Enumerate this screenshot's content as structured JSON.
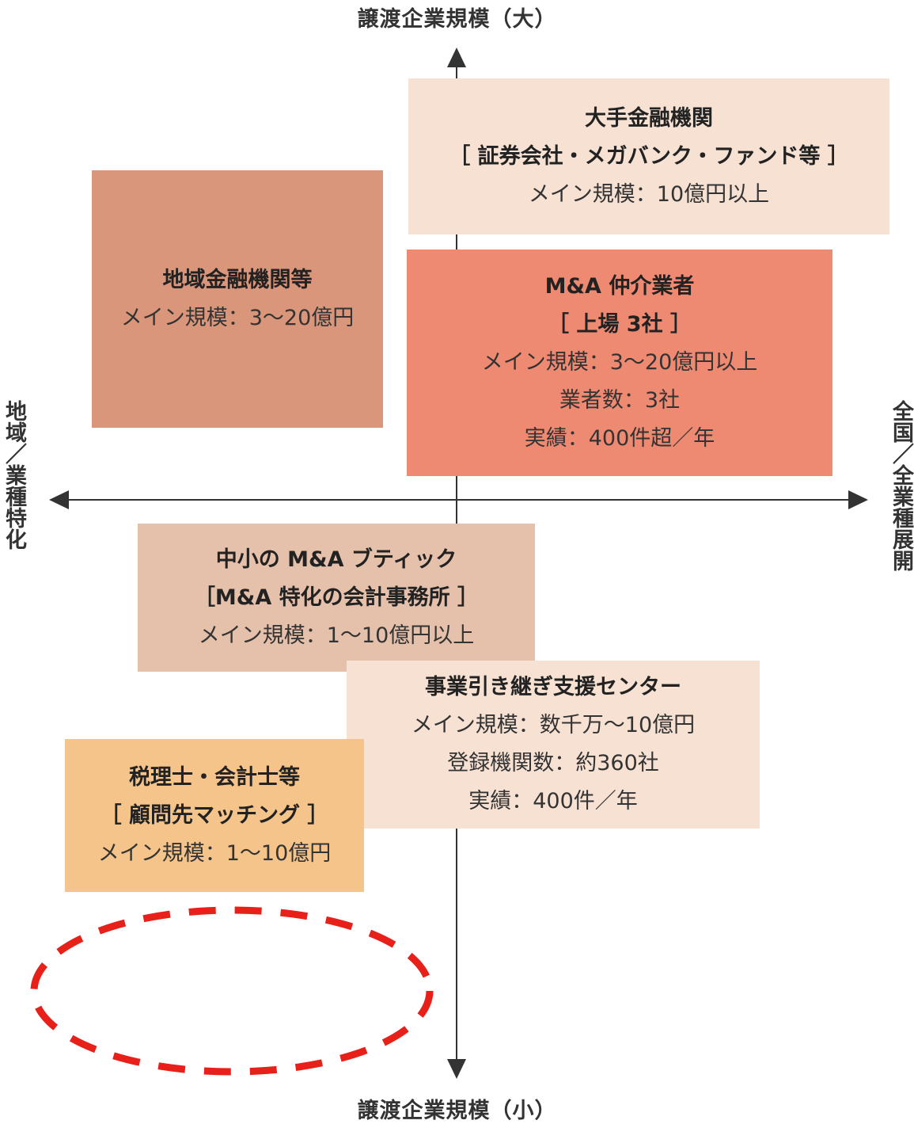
{
  "axes": {
    "top": "譲渡企業規模（大）",
    "bottom": "譲渡企業規模（小）",
    "left": "地域／業種特化",
    "right": "全国／全業種展開"
  },
  "boxes": {
    "large_fi": {
      "title": "大手金融機関",
      "subtitle": "［ 証券会社・メガバンク・ファンド等 ］",
      "scale": "メイン規模：10億円以上",
      "color": "#f6e1d2"
    },
    "regional_fi": {
      "title": "地域金融機関等",
      "scale": "メイン規模：3〜20億円",
      "color": "#da967a"
    },
    "ma_broker": {
      "title": "M&A 仲介業者",
      "subtitle": "［ 上場 3社 ］",
      "scale": "メイン規模：3〜20億円以上",
      "count": "業者数：3社",
      "results": "実績：400件超／年",
      "color": "#ee8a72"
    },
    "boutique": {
      "title": "中小の M&A ブティック",
      "subtitle": "［M&A 特化の会計事務所 ］",
      "scale": "メイン規模：1〜10億円以上",
      "color": "#e5c0aa"
    },
    "succession_center": {
      "title": "事業引き継ぎ支援センター",
      "scale": "メイン規模：数千万〜10億円",
      "count": "登録機関数：約360社",
      "results": "実績：400件／年",
      "color": "#f6e1d2"
    },
    "tax_accountant": {
      "title": "税理士・会計士等",
      "subtitle": "［ 顧問先マッチング ］",
      "scale": "メイン規模：1〜10億円",
      "color": "#f4c48b"
    }
  },
  "highlight": {
    "color": "#e8201a",
    "style": "dashed-ellipse"
  }
}
